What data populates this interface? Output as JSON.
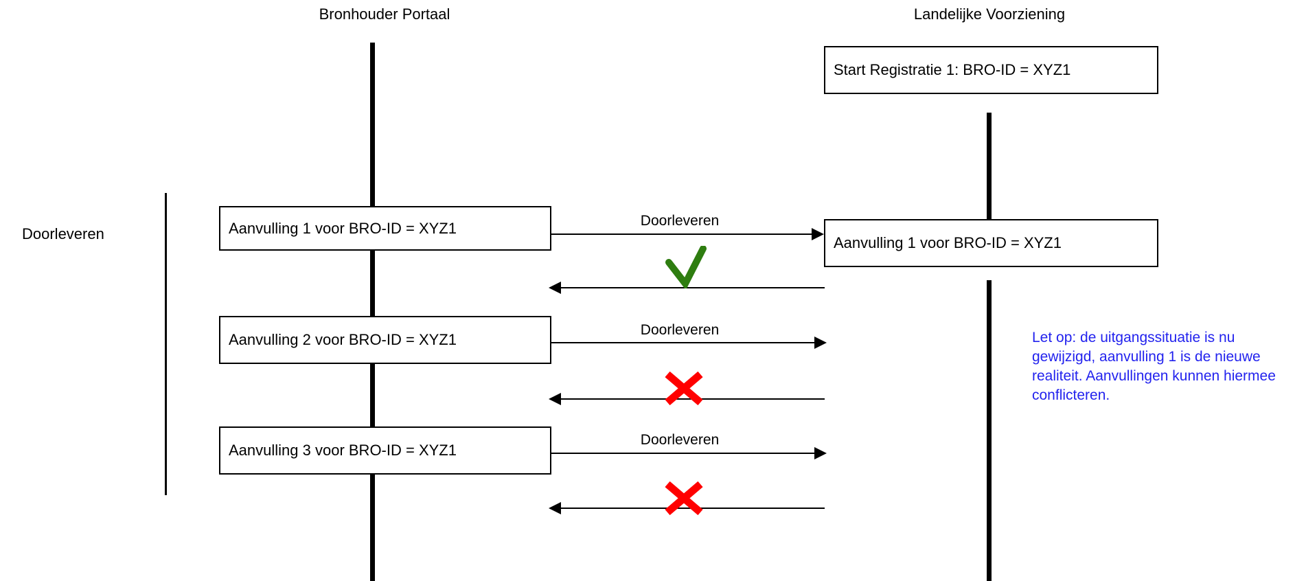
{
  "diagram": {
    "title_left": "Bronhouder Portaal",
    "title_right": "Landelijke Voorziening",
    "side_label": "Doorleveren",
    "colors": {
      "line": "#000000",
      "success": "#2E7D10",
      "failure": "#FF0000",
      "note": "#2222EE"
    }
  },
  "boxes": {
    "lv_start": "Start Registratie 1: BRO-ID = XYZ1",
    "lv_aanvulling1": "Aanvulling 1 voor BRO-ID = XYZ1",
    "bp_aanvulling1": "Aanvulling 1 voor BRO-ID = XYZ1",
    "bp_aanvulling2": "Aanvulling 2 voor BRO-ID = XYZ1",
    "bp_aanvulling3": "Aanvulling 3 voor BRO-ID = XYZ1"
  },
  "messages": [
    {
      "label": "Doorleveren",
      "direction": "right",
      "result": "success"
    },
    {
      "label": "",
      "direction": "left",
      "result": "success"
    },
    {
      "label": "Doorleveren",
      "direction": "right",
      "result": "failure"
    },
    {
      "label": "",
      "direction": "left",
      "result": "failure"
    },
    {
      "label": "Doorleveren",
      "direction": "right",
      "result": "failure"
    },
    {
      "label": "",
      "direction": "left",
      "result": "failure"
    }
  ],
  "arrow_labels": {
    "msg1": "Doorleveren",
    "msg2": "Doorleveren",
    "msg3": "Doorleveren"
  },
  "note": {
    "text": "Let op: de uitgangssituatie is nu gewijzigd, aanvulling 1 is de nieuwe realiteit. Aanvullingen kunnen hiermee conflicteren.",
    "color": "#2222EE"
  },
  "marks": {
    "check_1": "check-mark",
    "cross_2": "cross-mark",
    "cross_3": "cross-mark"
  }
}
